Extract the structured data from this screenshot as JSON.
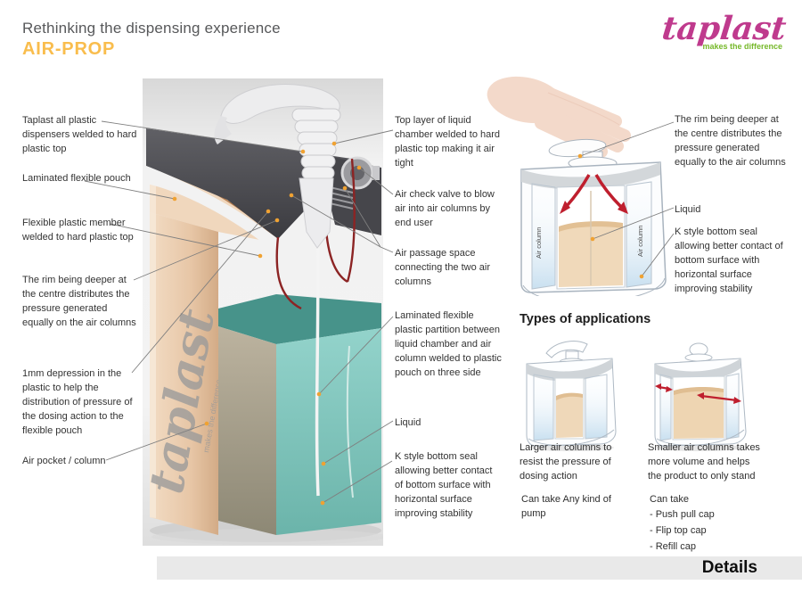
{
  "header": {
    "title": "Rethinking the dispensing experience",
    "subtitle": "AIR-PROP",
    "logo": {
      "name": "taplast",
      "tagline": "makes the difference"
    }
  },
  "colors": {
    "accent_orange": "#f9bd4d",
    "brand_magenta": "#bf3a8d",
    "brand_green": "#76b82a",
    "leader_dot_orange": "#f0a232",
    "arrow_red": "#bf1f2e",
    "liquid_teal": "#79c0b6",
    "pouch_peach": "#e7c6a6",
    "liquid_tan": "#efd8b9",
    "footer_bar_gray": "#e9e9e9"
  },
  "main_diagram": {
    "watermark": {
      "text": "taplast",
      "tagline": "makes the difference"
    },
    "left_labels": [
      "Taplast all plastic dispensers welded to hard plastic top",
      "Laminated flexible pouch",
      "Flexible plastic member welded to hard plastic top",
      "The rim being deeper at the centre distributes the pressure generated equally on the air columns",
      "1mm depression in the plastic to help the distribution of pressure of the dosing action to the flexible pouch",
      "Air pocket / column"
    ],
    "middle_labels": [
      "Top layer of liquid chamber welded to hard plastic top making it air tight",
      "Air check valve to blow air into air columns by end user",
      "Air passage space connecting the two air columns",
      "Laminated flexible plastic partition between liquid chamber and air column welded to  plastic pouch on three side",
      "Liquid",
      "K style bottom seal allowing better contact of bottom surface with horizontal surface improving stability"
    ]
  },
  "pressure_diagram": {
    "air_column_label": "Air column",
    "labels": [
      "The rim being deeper at the centre distributes the pressure generated equally to the air columns",
      "Liquid",
      "K style bottom seal allowing better contact of bottom surface with horizontal surface improving stability"
    ]
  },
  "applications": {
    "heading": "Types of applications",
    "items": [
      {
        "description": "Larger air columns to resist the pressure of dosing action",
        "note": "Can take Any kind of pump",
        "options": []
      },
      {
        "description": "Smaller air columns takes more volume and helps the product to only stand",
        "note": "Can take",
        "options": [
          "- Push pull cap",
          "- Flip top cap",
          "- Refill cap"
        ]
      }
    ]
  },
  "footer": {
    "details_label": "Details"
  }
}
